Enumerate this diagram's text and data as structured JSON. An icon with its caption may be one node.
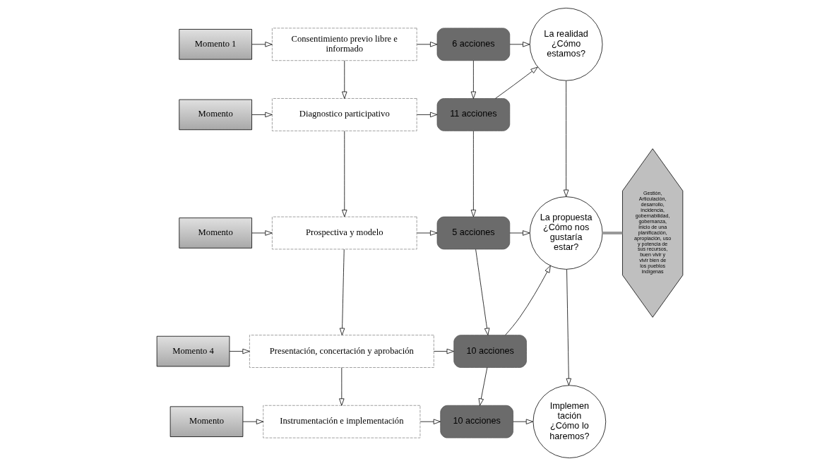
{
  "diagram": {
    "nodes": [
      {
        "text": [
          "Momento 1"
        ]
      },
      {
        "text": [
          "Consentimiento previo libre e informado"
        ]
      },
      {
        "text": [
          "6 acciones"
        ]
      },
      {
        "text": [
          "La realidad ¿Cómo estamos?"
        ]
      },
      {
        "text": [
          "Momento"
        ]
      },
      {
        "text": [
          "Diagnostico participativo"
        ]
      },
      {
        "text": [
          "11 acciones"
        ]
      },
      {
        "text": [
          "Momento"
        ]
      },
      {
        "text": [
          "Prospectiva y modelo"
        ]
      },
      {
        "text": [
          "5 acciones"
        ]
      },
      {
        "text": [
          "La propuesta ¿Cómo nos gustaría estar?"
        ]
      },
      {
        "text": [
          "Momento 4"
        ]
      },
      {
        "text": [
          "Presentación, concertación y aprobación"
        ]
      },
      {
        "text": [
          "10 acciones"
        ]
      },
      {
        "text": [
          "Momento"
        ]
      },
      {
        "text": [
          "Instrumentación e implementación"
        ]
      },
      {
        "text": [
          "10 acciones"
        ]
      },
      {
        "text": [
          "Implemen tación ¿Cómo lo haremos?"
        ]
      },
      {
        "text": [
          "Gestión, Articulación, desarrollo, incidencia, gobernabilidad, gobernanza, inicio de una planificación, apropiación, uso y potencia de sus recursos, buen vivir y vivir bien de los pueblos indígenas"
        ]
      }
    ],
    "edges": [
      {
        "from": 0,
        "to": 1,
        "arrow": "to"
      },
      {
        "from": 1,
        "to": 2,
        "arrow": "to"
      },
      {
        "from": 2,
        "to": 3,
        "arrow": "to"
      },
      {
        "from": 1,
        "to": 5,
        "arrow": "to"
      },
      {
        "from": 2,
        "to": 6,
        "arrow": "to"
      },
      {
        "from": 4,
        "to": 5,
        "arrow": "to"
      },
      {
        "from": 5,
        "to": 6,
        "arrow": "to"
      },
      {
        "from": 6,
        "to": 3,
        "arrow": "to"
      },
      {
        "from": 3,
        "to": 10,
        "arrow": "to"
      },
      {
        "from": 5,
        "to": 8,
        "arrow": "to"
      },
      {
        "from": 6,
        "to": 9,
        "arrow": "to"
      },
      {
        "from": 7,
        "to": 8,
        "arrow": "to"
      },
      {
        "from": 8,
        "to": 9,
        "arrow": "to"
      },
      {
        "from": 9,
        "to": 10,
        "arrow": "to"
      },
      {
        "from": 10,
        "to": 18,
        "arrow": "none",
        "style": "thick",
        "color": "#999999"
      },
      {
        "from": 8,
        "to": 12,
        "arrow": "to"
      },
      {
        "from": 9,
        "to": 13,
        "arrow": "to"
      },
      {
        "from": 11,
        "to": 12,
        "arrow": "to"
      },
      {
        "from": 12,
        "to": 13,
        "arrow": "to"
      },
      {
        "from": 13,
        "to": 10,
        "arrow": "to"
      },
      {
        "from": 10,
        "to": 17,
        "arrow": "to"
      },
      {
        "from": 12,
        "to": 15,
        "arrow": "to"
      },
      {
        "from": 13,
        "to": 16,
        "arrow": "to"
      },
      {
        "from": 14,
        "to": 15,
        "arrow": "to"
      },
      {
        "from": 15,
        "to": 16,
        "arrow": "to"
      },
      {
        "from": 16,
        "to": 17,
        "arrow": "to"
      }
    ]
  }
}
